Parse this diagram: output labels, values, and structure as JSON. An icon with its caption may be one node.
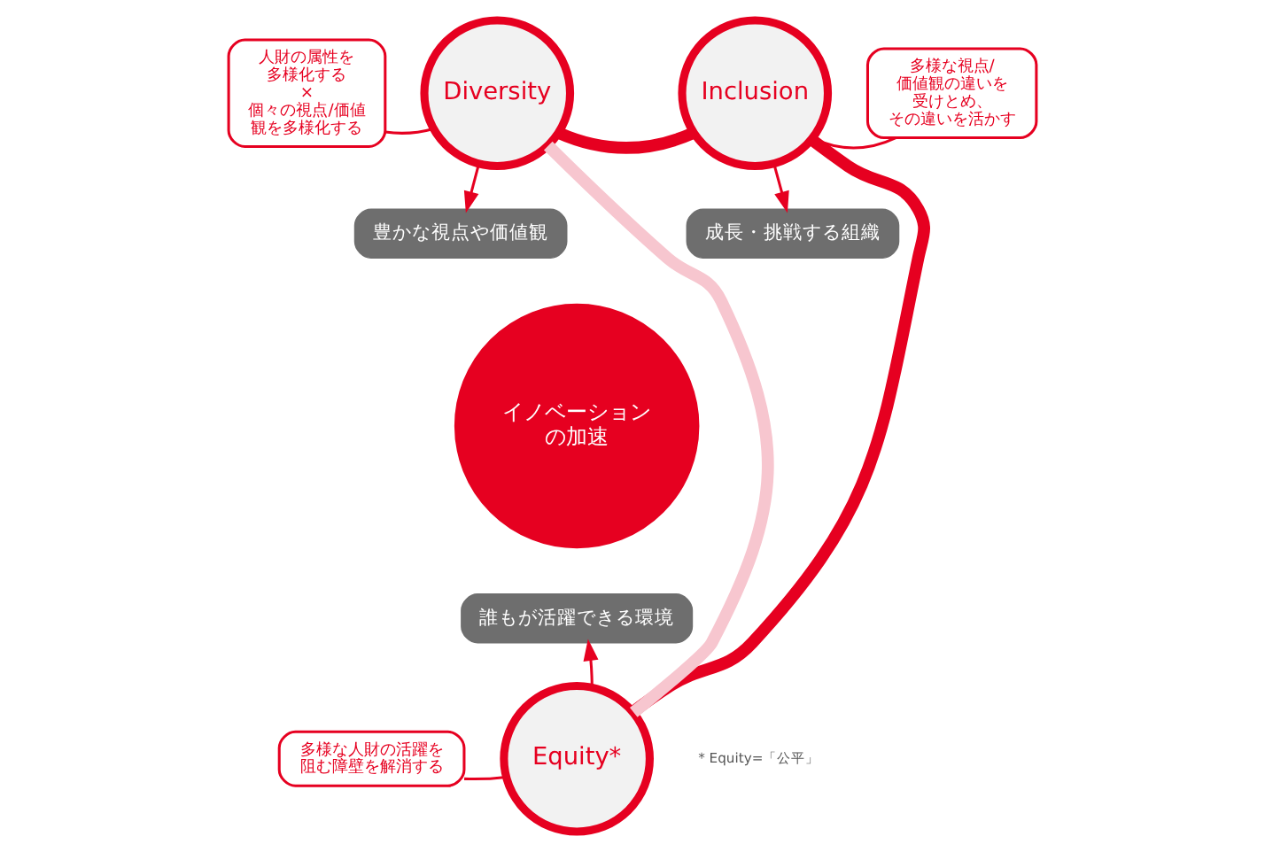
{
  "diagram": {
    "nodes": [
      {
        "text": [
          "Diversity"
        ]
      },
      {
        "text": [
          "Inclusion"
        ]
      },
      {
        "text": [
          "豊かな視点や価値観"
        ]
      },
      {
        "text": [
          "成長・挑戦する組織"
        ]
      },
      {
        "text": [
          "イノベーションの加速"
        ]
      },
      {
        "text": [
          "人財の属性を多様化する×個々の視点/価値観を多様化する"
        ]
      },
      {
        "text": [
          "多様な視点/価値観の違いを受けとめ、その違いを活かす"
        ]
      },
      {
        "text": [
          "誰もが活躍できる環境"
        ]
      },
      {
        "text": [
          "多様な人財の活躍を阻む障壁を解消する"
        ]
      },
      {
        "text": [
          "Equity*"
        ]
      }
    ],
    "edges": [
      {
        "from": 0,
        "to": 1,
        "arrow": "none",
        "style": "thick"
      },
      {
        "from": 1,
        "to": 9,
        "arrow": "none",
        "style": "thick"
      },
      {
        "from": 9,
        "to": 0,
        "arrow": "none",
        "style": "thick",
        "color": "#f7c6cf"
      },
      {
        "from": 0,
        "to": 2,
        "arrow": "to"
      },
      {
        "from": 1,
        "to": 3,
        "arrow": "to"
      },
      {
        "from": 9,
        "to": 7,
        "arrow": "to"
      },
      {
        "from": 5,
        "to": 0,
        "arrow": "none"
      },
      {
        "from": 6,
        "to": 1,
        "arrow": "none"
      },
      {
        "from": 8,
        "to": 9,
        "arrow": "none"
      }
    ],
    "labels": [
      "* Equity=「公平」"
    ]
  }
}
